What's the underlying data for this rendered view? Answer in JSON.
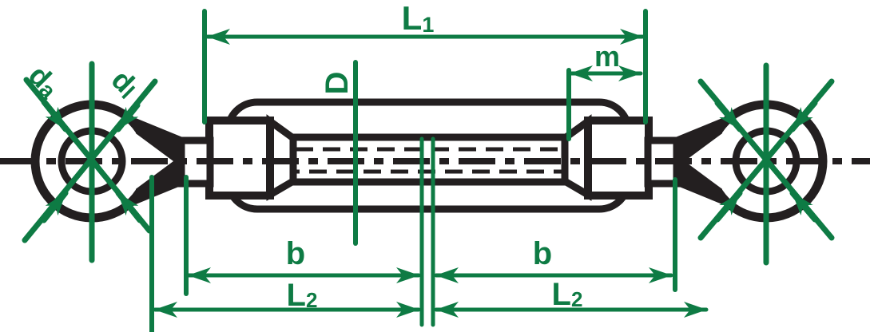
{
  "colors": {
    "dimension": "#0e7b44",
    "ink": "#231f20",
    "paper": "#ffffff"
  },
  "dimensions": {
    "overall_length": {
      "base": "L",
      "sub": "1"
    },
    "takeup_length": {
      "base": "L",
      "sub": "2"
    },
    "thread_reserve": "m",
    "body_diameter": "D",
    "thread_length": "b",
    "eye_outer_diameter": {
      "base": "d",
      "sub": "a"
    },
    "eye_hole_diameter": {
      "base": "d",
      "sub": "l"
    }
  }
}
